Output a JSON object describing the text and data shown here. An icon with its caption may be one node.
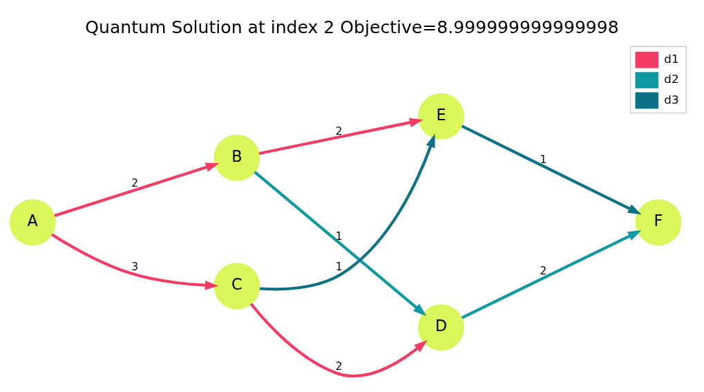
{
  "diagram": {
    "title": "Quantum Solution at index 2 Objective=8.999999999999998",
    "nodes": [
      {
        "text": [
          "A"
        ]
      },
      {
        "text": [
          "B"
        ]
      },
      {
        "text": [
          "C"
        ]
      },
      {
        "text": [
          "D"
        ]
      },
      {
        "text": [
          "E"
        ]
      },
      {
        "text": [
          "F"
        ]
      }
    ],
    "edges": [
      {
        "from": 0,
        "to": 1,
        "arrow": "to",
        "label": "2",
        "color": "#f43b63"
      },
      {
        "from": 0,
        "to": 2,
        "arrow": "to",
        "label": "3",
        "color": "#f43b63"
      },
      {
        "from": 1,
        "to": 4,
        "arrow": "to",
        "label": "2",
        "color": "#f43b63"
      },
      {
        "from": 1,
        "to": 3,
        "arrow": "to",
        "label": "1",
        "color": "#0e9aa0"
      },
      {
        "from": 2,
        "to": 4,
        "arrow": "to",
        "label": "1",
        "color": "#0e7287"
      },
      {
        "from": 2,
        "to": 3,
        "arrow": "to",
        "label": "2",
        "color": "#f43b63"
      },
      {
        "from": 3,
        "to": 5,
        "arrow": "to",
        "label": "2",
        "color": "#0e9aa0"
      },
      {
        "from": 4,
        "to": 5,
        "arrow": "to",
        "label": "1",
        "color": "#0e7287"
      }
    ],
    "legend": [
      {
        "text": "d1",
        "color": "#f43b63"
      },
      {
        "text": "d2",
        "color": "#0e9aa0"
      },
      {
        "text": "d3",
        "color": "#0e7287"
      }
    ]
  }
}
